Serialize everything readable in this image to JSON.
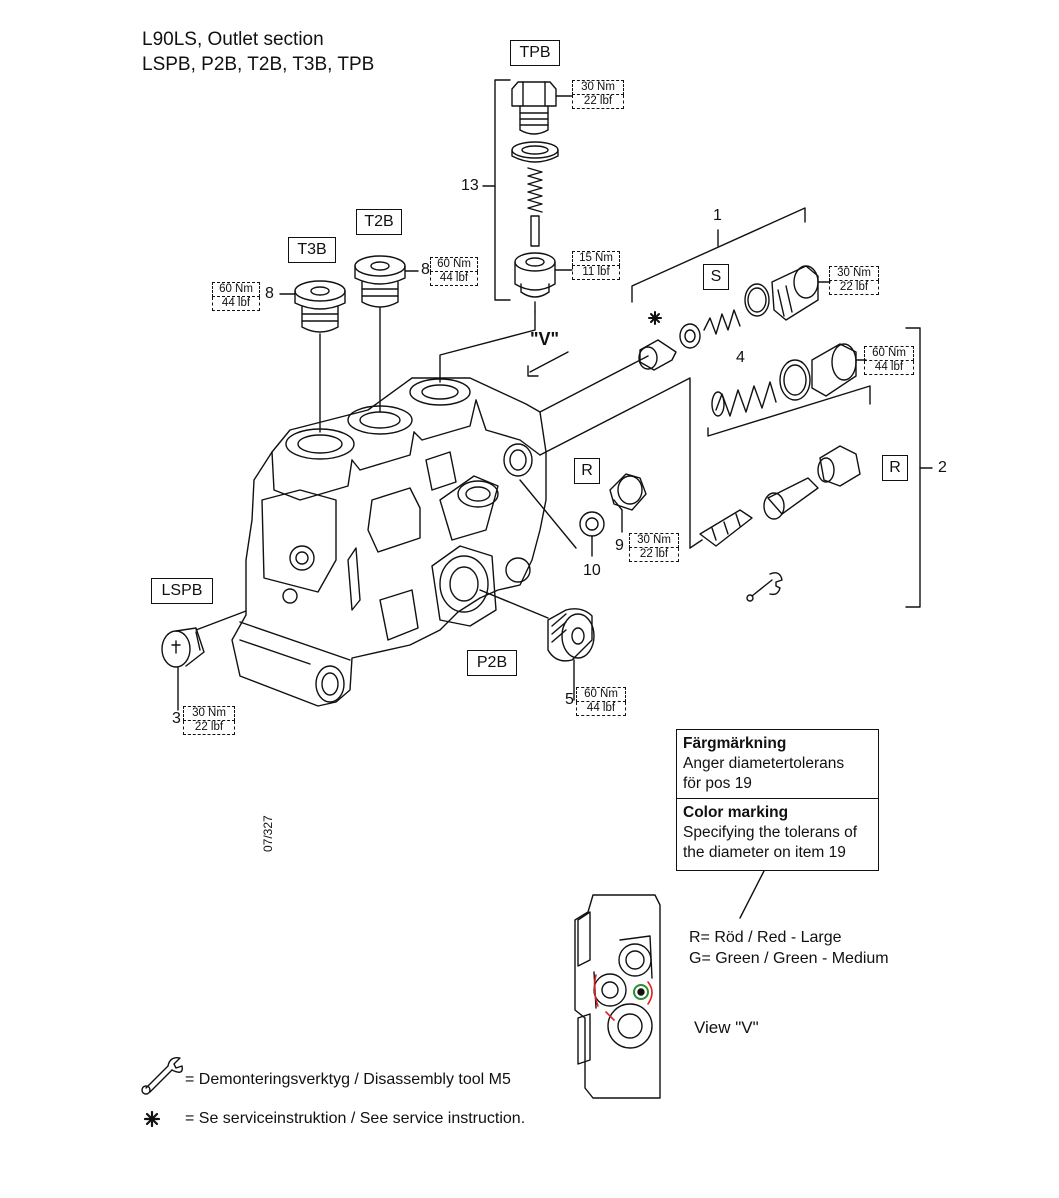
{
  "title": {
    "line1": "L90LS, Outlet section",
    "line2": "LSPB, P2B, T2B, T3B, TPB"
  },
  "variants": {
    "tpb": "TPB",
    "t2b": "T2B",
    "t3b": "T3B",
    "lspb": "LSPB",
    "p2b": "P2B",
    "s": "S",
    "r_left": "R",
    "r_right": "R"
  },
  "item_numbers": {
    "n13": "13",
    "n1": "1",
    "n8a": "8",
    "n8b": "8",
    "n4": "4",
    "n2": "2",
    "n9": "9",
    "n10": "10",
    "n3": "3",
    "n5": "5"
  },
  "view_marker": "\"V\"",
  "torques": {
    "tpb": {
      "nm": "30 Nm",
      "lbf": "22 lbf"
    },
    "t2b": {
      "nm": "60 Nm",
      "lbf": "44 lbf"
    },
    "t3b": {
      "nm": "60 Nm",
      "lbf": "44 lbf"
    },
    "tpb_seat": {
      "nm": "15 Nm",
      "lbf": "11 lbf"
    },
    "s_plug": {
      "nm": "30 Nm",
      "lbf": "22 lbf"
    },
    "r_plug": {
      "nm": "60 Nm",
      "lbf": "44 lbf"
    },
    "r_small": {
      "nm": "30 Nm",
      "lbf": "22 lbf"
    },
    "lspb": {
      "nm": "30 Nm",
      "lbf": "22 lbf"
    },
    "p2b": {
      "nm": "60 Nm",
      "lbf": "44 lbf"
    }
  },
  "color_marking": {
    "sv_title": "Färgmärkning",
    "sv_line1": "Anger diametertolerans",
    "sv_line2": "för pos 19",
    "en_title": "Color marking",
    "en_line1": "Specifying the tolerans of",
    "en_line2": "the diameter on item 19"
  },
  "color_codes": {
    "r": "R= Röd / Red - Large",
    "g": "G= Green / Green - Medium"
  },
  "view_label": "View \"V\"",
  "drawing_ref": "07/327",
  "legend": {
    "tool": "= Demonteringsverktyg / Disassembly tool M5",
    "service": "= Se serviceinstruktion / See service instruction."
  },
  "colors": {
    "ink": "#111111",
    "red_mark": "#e02020",
    "green_mark": "#2e8b2e"
  }
}
